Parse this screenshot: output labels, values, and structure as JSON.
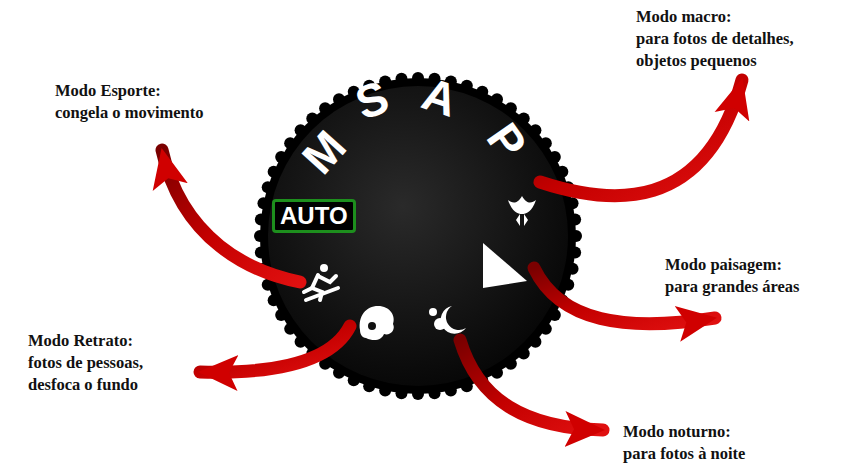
{
  "diagram": {
    "nodes": [
      {
        "text": [
          "AUTO"
        ]
      }
    ],
    "labels": [
      "Modo macro:",
      "para fotos de detalhes, objetos pequenos",
      "Modo Esporte:",
      "congela o movimento",
      "S",
      "A",
      "M",
      "P",
      "Modo paisagem:",
      "para grandes áreas",
      "Modo Retrato:",
      "fotos de pessoas, desfoca o fundo",
      "Modo noturno:",
      "para fotos à noite"
    ]
  }
}
